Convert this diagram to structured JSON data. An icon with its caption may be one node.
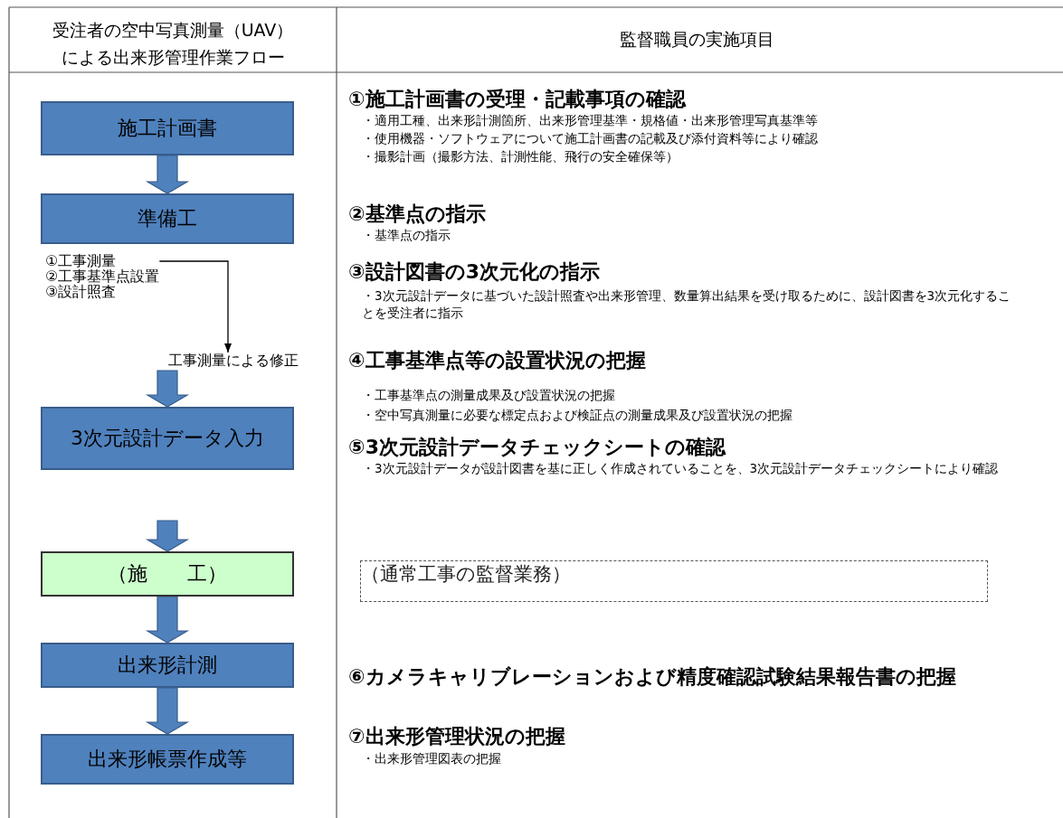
{
  "diagram": {
    "nodes": [
      {
        "text": [
          "施工計画書"
        ]
      },
      {
        "text": [
          "準備工"
        ]
      },
      {
        "text": [
          "①工事測量",
          "②工事基準点設置",
          "③設計照査"
        ]
      },
      {
        "text": [
          "工事測量による修正"
        ]
      },
      {
        "text": [
          "3次元設計データ入力"
        ]
      },
      {
        "text": [
          "（施　　工）"
        ]
      },
      {
        "text": [
          "出来形計測"
        ]
      },
      {
        "text": [
          "出来形帳票作成等"
        ]
      },
      {
        "text": [
          "（通常工事の監督業務）"
        ]
      }
    ],
    "edges": [
      {
        "from": 0,
        "to": 1,
        "arrow": "to",
        "style": "thick"
      },
      {
        "from": 2,
        "to": 3,
        "arrow": "to",
        "color": "#000000"
      },
      {
        "from": 3,
        "to": 4,
        "arrow": "to",
        "style": "thick"
      },
      {
        "from": 4,
        "to": 5,
        "arrow": "to",
        "style": "thick"
      },
      {
        "from": 5,
        "to": 6,
        "arrow": "to",
        "style": "thick"
      },
      {
        "from": 6,
        "to": 7,
        "arrow": "to",
        "style": "thick"
      }
    ],
    "labels": [
      "受注者の空中写真測量（UAV）による出来形管理作業フロー",
      "監督職員の実施項目",
      "①施工計画書の受理・記載事項の確認",
      "・適用工種、出来形計測箇所、出来形管理基準・規格値・出来形管理写真基準等",
      "・使用機器・ソフトウェアについて施工計画書の記載及び添付資料等により確認",
      "・撮影計画（撮影方法、計測性能、飛行の安全確保等）",
      "②基準点の指示",
      "・基準点の指示",
      "③設計図書の3次元化の指示",
      "・3次元設計データに基づいた設計照査や出来形管理、数量算出結果を受け取るために、設計図書を3次元化することを受注者に指示",
      "④工事基準点等の設置状況の把握",
      "・工事基準点の測量成果及び設置状況の把握",
      "・空中写真測量に必要な標定点および検証点の測量成果及び設置状況の把握",
      "⑤3次元設計データチェックシートの確認",
      "・3次元設計データが設計図書を基に正しく作成されていることを、3次元設計データチェックシートにより確認",
      "⑥カメラキャリブレーションおよび精度確認試験結果報告書の把握",
      "⑦出来形管理状況の把握",
      "・出来形管理図表の把握"
    ]
  }
}
